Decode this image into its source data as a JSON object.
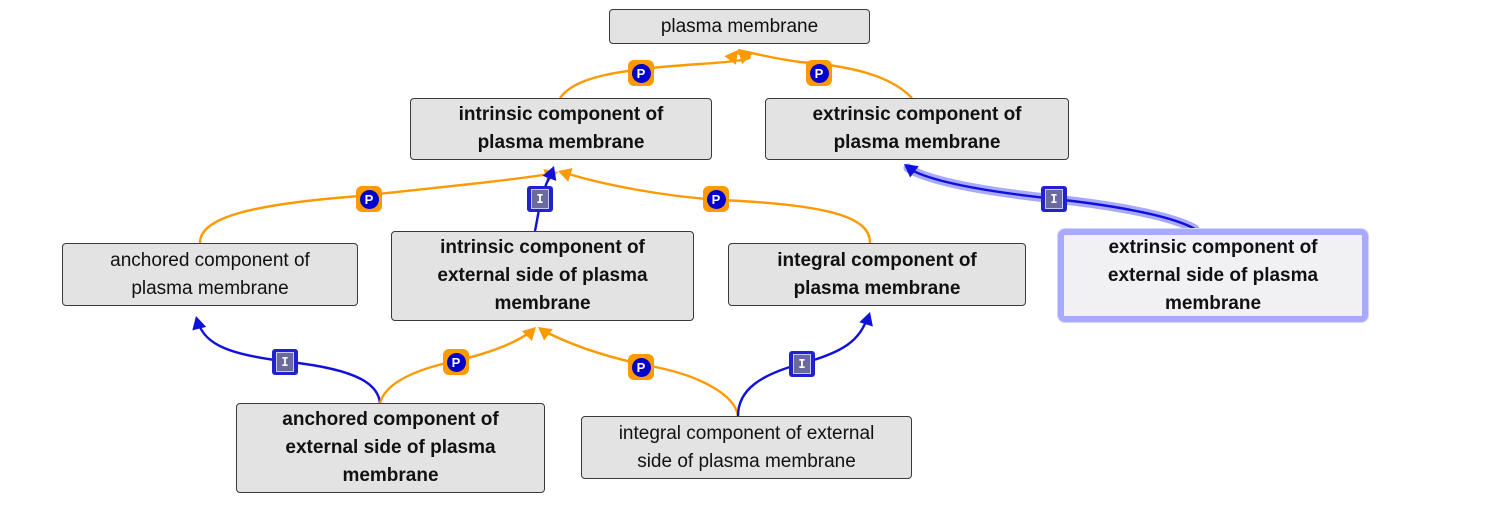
{
  "colors": {
    "part_of_edge": "#ff9900",
    "is_a_edge": "#1010dd",
    "node_fill": "#e3e3e3",
    "selected_border": "#a9a9ff"
  },
  "legend_badges": {
    "part_of": "P",
    "is_a": "I"
  },
  "nodes": [
    {
      "id": "plasma_membrane",
      "lines": [
        "plasma membrane"
      ],
      "bold": false,
      "selected": false
    },
    {
      "id": "intrinsic_pm",
      "lines": [
        "intrinsic component of",
        "plasma membrane"
      ],
      "bold": true,
      "selected": false
    },
    {
      "id": "extrinsic_pm",
      "lines": [
        "extrinsic component of",
        "plasma membrane"
      ],
      "bold": true,
      "selected": false
    },
    {
      "id": "anchored_pm",
      "lines": [
        "anchored component of",
        "plasma membrane"
      ],
      "bold": false,
      "selected": false
    },
    {
      "id": "intrinsic_ext",
      "lines": [
        "intrinsic component of",
        "external side of plasma",
        "membrane"
      ],
      "bold": true,
      "selected": false
    },
    {
      "id": "integral_pm",
      "lines": [
        "integral component of",
        "plasma membrane"
      ],
      "bold": true,
      "selected": false
    },
    {
      "id": "extrinsic_ext",
      "lines": [
        "extrinsic component of",
        "external side of plasma",
        "membrane"
      ],
      "bold": true,
      "selected": true
    },
    {
      "id": "anchored_ext",
      "lines": [
        "anchored component of",
        "external side of plasma",
        "membrane"
      ],
      "bold": true,
      "selected": false
    },
    {
      "id": "integral_ext",
      "lines": [
        "integral component of external",
        "side of plasma membrane"
      ],
      "bold": false,
      "selected": false
    }
  ],
  "edges": [
    {
      "from": "intrinsic_pm",
      "to": "plasma_membrane",
      "relation": "part_of"
    },
    {
      "from": "extrinsic_pm",
      "to": "plasma_membrane",
      "relation": "part_of"
    },
    {
      "from": "anchored_pm",
      "to": "intrinsic_pm",
      "relation": "part_of"
    },
    {
      "from": "intrinsic_ext",
      "to": "intrinsic_pm",
      "relation": "is_a"
    },
    {
      "from": "integral_pm",
      "to": "intrinsic_pm",
      "relation": "part_of"
    },
    {
      "from": "extrinsic_ext",
      "to": "extrinsic_pm",
      "relation": "is_a",
      "highlighted": true
    },
    {
      "from": "anchored_ext",
      "to": "anchored_pm",
      "relation": "is_a"
    },
    {
      "from": "anchored_ext",
      "to": "intrinsic_ext",
      "relation": "part_of"
    },
    {
      "from": "integral_ext",
      "to": "intrinsic_ext",
      "relation": "part_of"
    },
    {
      "from": "integral_ext",
      "to": "integral_pm",
      "relation": "is_a"
    }
  ]
}
